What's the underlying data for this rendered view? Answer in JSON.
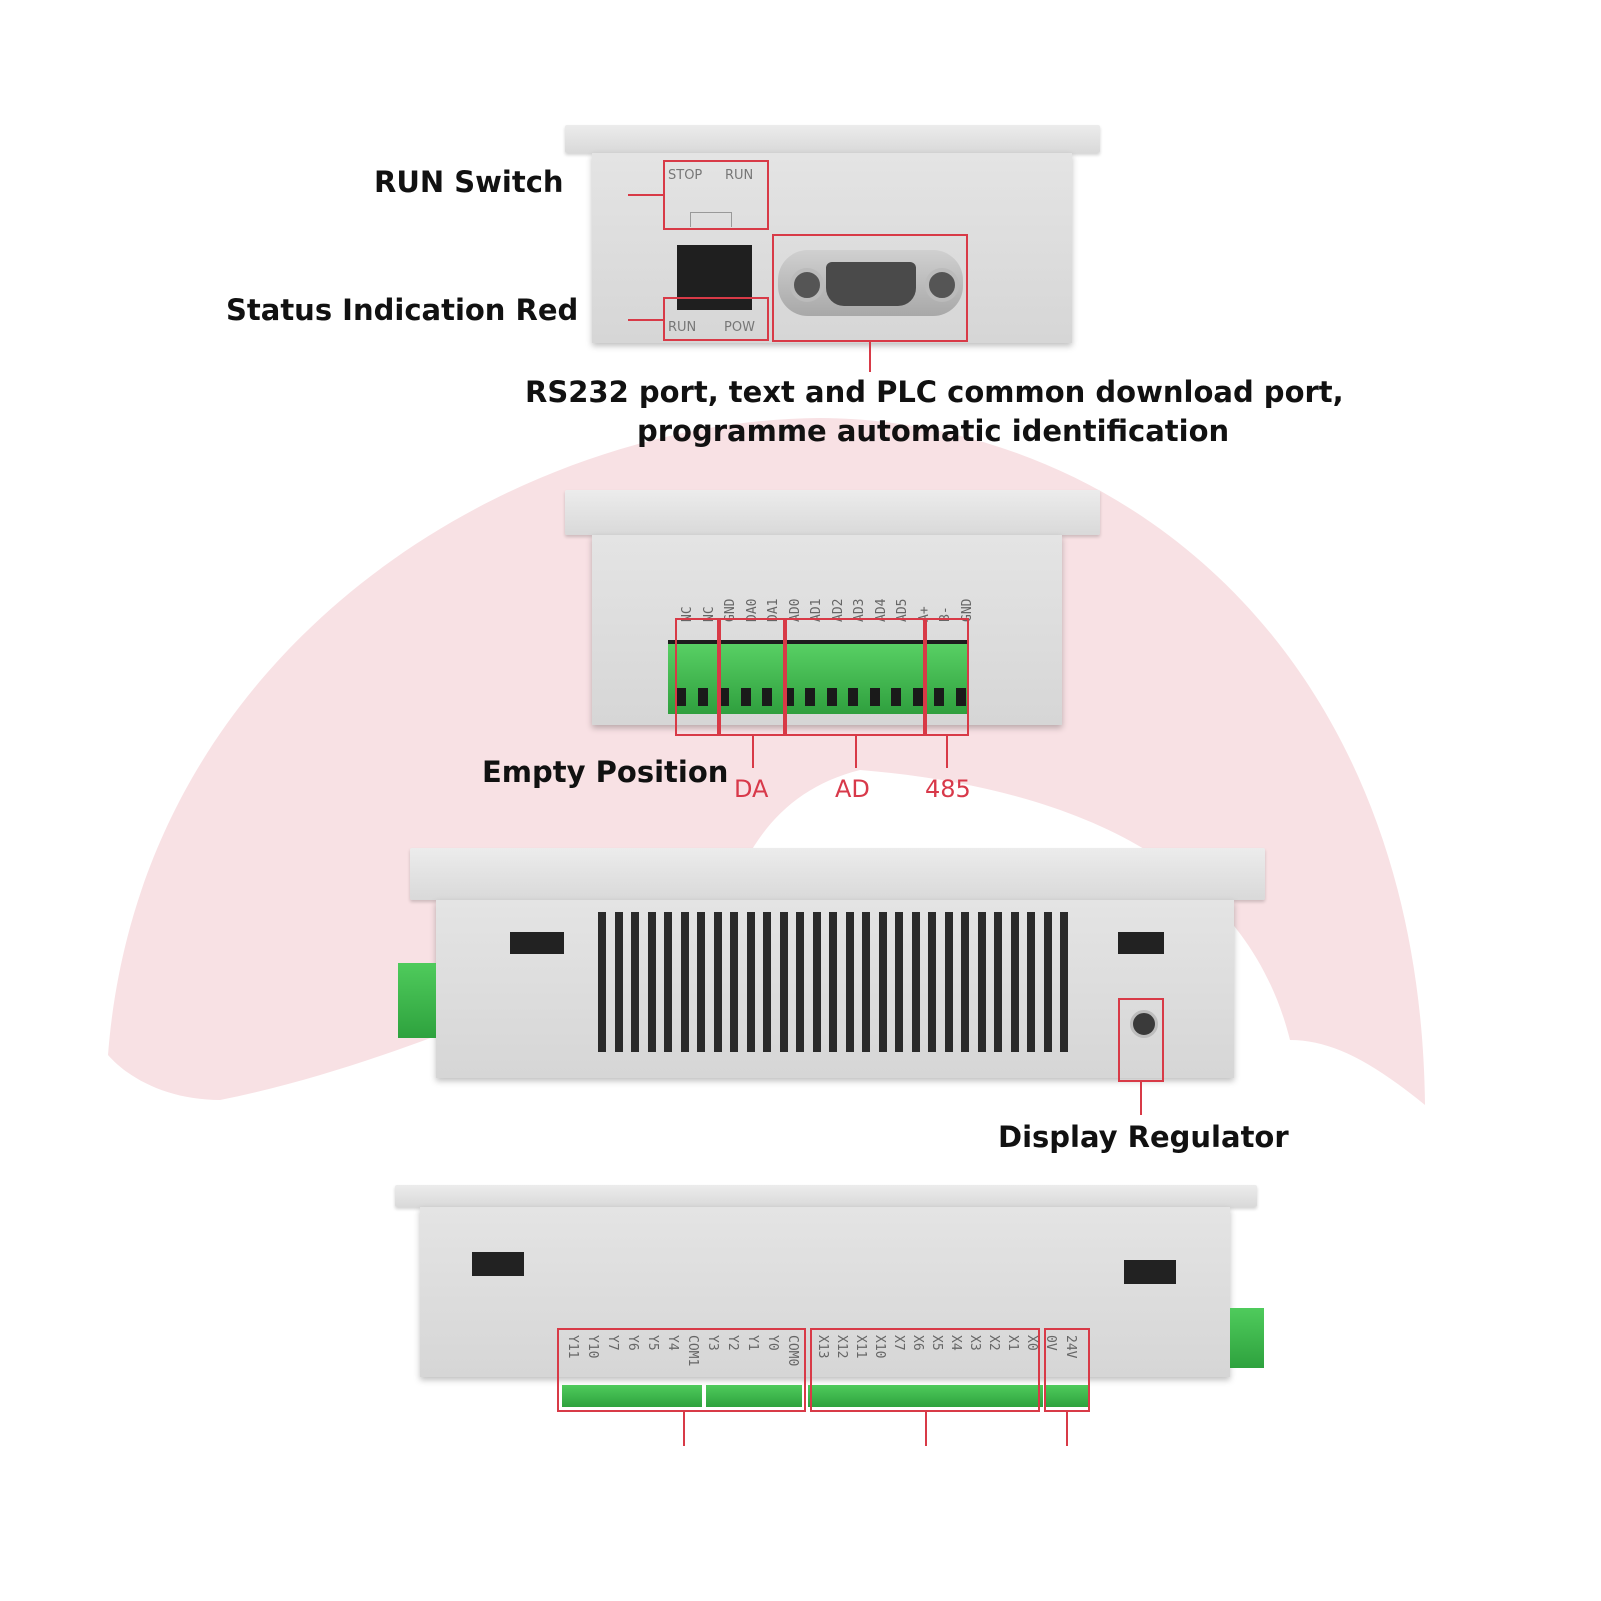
{
  "labels": {
    "run_switch": "RUN Switch",
    "status_indication": "Status Indication Red",
    "rs232_line1": "RS232 port, text and PLC common download port,",
    "rs232_line2": "programme automatic identification",
    "empty_position": "Empty Position",
    "da": "DA",
    "ad": "AD",
    "rs485": "485",
    "display_regulator": "Display Regulator"
  },
  "device1": {
    "switch_labels": [
      "STOP",
      "RUN"
    ],
    "led_labels": [
      "RUN",
      "POW"
    ]
  },
  "device2": {
    "terminals": [
      "NC",
      "NC",
      "GND",
      "DA0",
      "DA1",
      "AD0",
      "AD1",
      "AD2",
      "AD3",
      "AD4",
      "AD5",
      "A+",
      "B-",
      "GND"
    ]
  },
  "device4": {
    "y_terminals": [
      "Y11",
      "Y10",
      "Y7",
      "Y6",
      "Y5",
      "Y4",
      "COM1",
      "Y3",
      "Y2",
      "Y1",
      "Y0",
      "COM0"
    ],
    "x_terminals": [
      "X13",
      "X12",
      "X11",
      "X10",
      "X7",
      "X6",
      "X5",
      "X4",
      "X3",
      "X2",
      "X1",
      "X0"
    ],
    "power_terminals": [
      "0V",
      "24V"
    ]
  },
  "colors": {
    "accent_red": "#d83a47",
    "background_arc": "#f7dfe2",
    "terminal_green": "#3cb84a"
  }
}
